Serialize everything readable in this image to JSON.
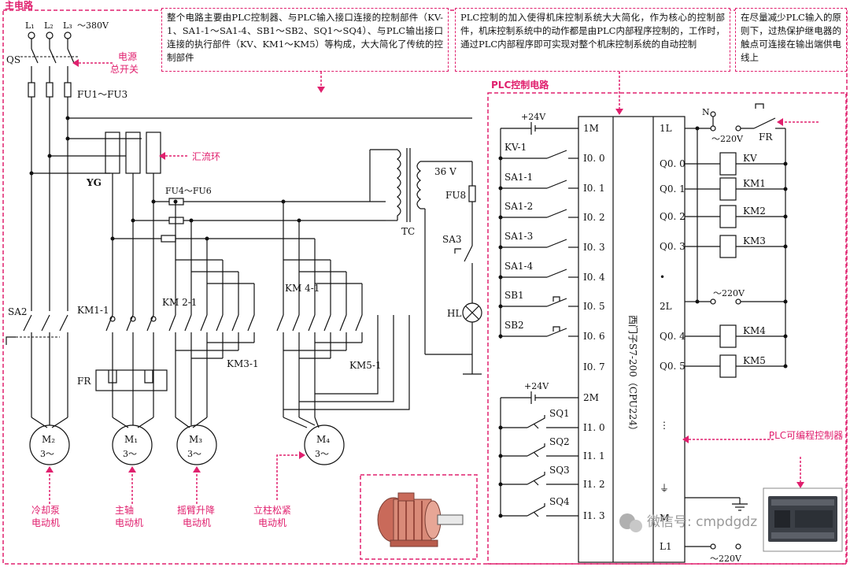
{
  "section_labels": {
    "main_circuit": "主电路",
    "plc_circuit": "PLC控制电路"
  },
  "notes": {
    "note1": "整个电路主要由PLC控制器、与PLC输入接口连接的控制部件（KV-1、SA1-1～SA1-4、SB1～SB2、SQ1～SQ4）、与PLC输出接口连接的执行部件（KV、KM1～KM5）等构成，大大简化了传统的控制部件",
    "note2": "PLC控制的加入使得机床控制系统大大简化，作为核心的控制部件，机床控制系统中的动作都是由PLC内部程序控制的，工作时，通过PLC内部程序即可实现对整个机床控制系统的自动控制",
    "note3": "在尽量减少PLC输入的原则下，过热保护继电器的触点可连接在输出端供电线上"
  },
  "callouts": {
    "power_switch": "电源总开关",
    "collector_ring": "汇流环",
    "motor_coolant": "冷却泵电动机",
    "motor_spindle": "主轴电动机",
    "motor_arm": "摇臂升降电动机",
    "motor_column": "立柱松紧电动机",
    "plc": "PLC可编程控制器"
  },
  "main_labels": {
    "L1": "L₁",
    "L2": "L₂",
    "L3": "L₃",
    "voltage": "～380V",
    "QS": "QS",
    "fuse_main": "FU1～FU3",
    "YG": "YG",
    "fuse_ctrl": "FU4～FU6",
    "TC": "TC",
    "v36": "36 V",
    "FU8": "FU8",
    "SA3": "SA3",
    "HL": "HL",
    "SA2": "SA2",
    "KM1_1": "KM1-1",
    "KM2_1": "KM 2-1",
    "KM4_1": "KM 4-1",
    "KM3_1": "KM3-1",
    "KM5_1": "KM5-1",
    "FR": "FR",
    "M2": "M₂",
    "M1": "M₁",
    "M3": "M₃",
    "M4": "M₄",
    "motor_ac": "3～"
  },
  "plc": {
    "model": "西门子S7-200（CPU224）",
    "supply1": "+24V",
    "supply2": "+24V",
    "input_terminals": [
      "1M",
      "I0. 0",
      "I0. 1",
      "I0. 2",
      "I0. 3",
      "I0. 4",
      "I0. 5",
      "I0. 6",
      "I0. 7",
      "2M",
      "I1. 0",
      "I1. 1",
      "I1. 2",
      "I1. 3"
    ],
    "input_devices": [
      "KV-1",
      "SA1-1",
      "SA1-2",
      "SA1-3",
      "SA1-4",
      "SB1",
      "SB2",
      "SQ1",
      "SQ2",
      "SQ3",
      "SQ4"
    ],
    "output_terminals": [
      "1L",
      "Q0. 0",
      "Q0. 1",
      "Q0. 2",
      "Q0. 3",
      "•",
      "2L",
      "Q0. 4",
      "Q0. 5",
      "⋮",
      "⏚",
      "M",
      "L1"
    ],
    "output_loads": [
      "KV",
      "KM1",
      "KM2",
      "KM3",
      "KM4",
      "KM5"
    ],
    "N": "N",
    "FR": "FR",
    "ac1": "～220V",
    "ac2": "～220V",
    "ac3": "～220V"
  },
  "watermark": "微信号: cmpdgdz"
}
